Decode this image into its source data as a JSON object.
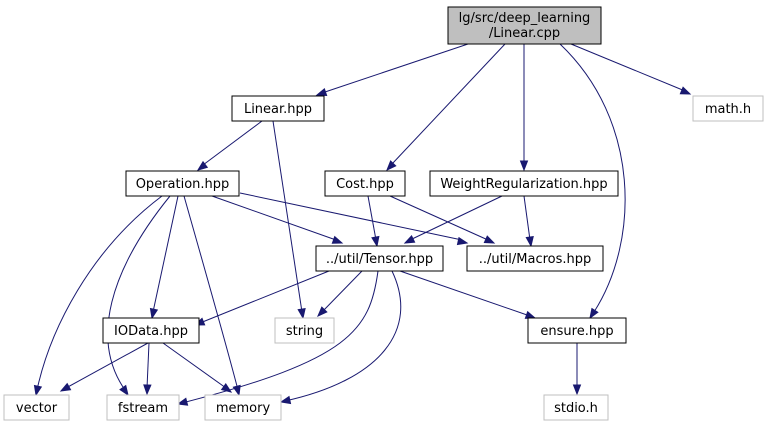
{
  "colors": {
    "edge": "#191970",
    "root_fill": "#bfbfbf",
    "node_border": "#000000",
    "external_border": "#bfbfbf",
    "background": "#ffffff"
  },
  "nodes": {
    "root": [
      "lg/src/deep_learning",
      "/Linear.cpp"
    ],
    "linear_hpp": "Linear.hpp",
    "math_h": "math.h",
    "operation_hpp": "Operation.hpp",
    "cost_hpp": "Cost.hpp",
    "weight_reg_hpp": "WeightRegularization.hpp",
    "tensor_hpp": "../util/Tensor.hpp",
    "macros_hpp": "../util/Macros.hpp",
    "iodata_hpp": "IOData.hpp",
    "string": "string",
    "ensure_hpp": "ensure.hpp",
    "vector": "vector",
    "fstream": "fstream",
    "memory": "memory",
    "stdio_h": "stdio.h"
  }
}
